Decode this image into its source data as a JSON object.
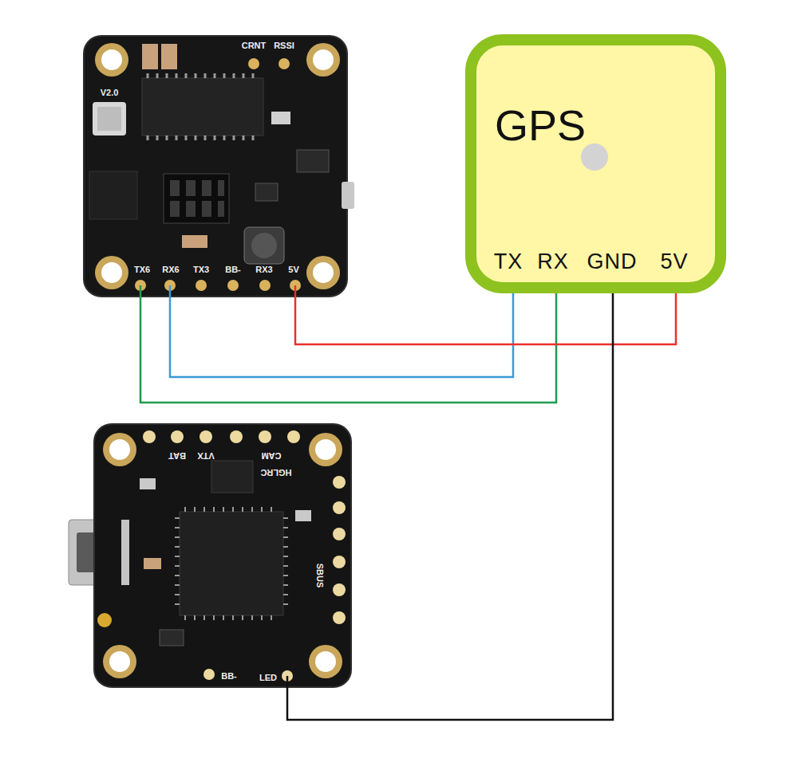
{
  "diagram": {
    "nodes": [
      {
        "text": [
          "CRNT",
          "RSSI",
          "V2.0",
          "TX6",
          "RX6",
          "TX3",
          "BB-",
          "RX3",
          "5V"
        ]
      },
      {
        "text": [
          "GPS"
        ]
      },
      {
        "text": [
          "BAT",
          "VTX",
          "CAM",
          "HGLRC",
          "SBUS",
          "BB-",
          "LED"
        ]
      }
    ],
    "edges": [
      {
        "from": 0,
        "to": 1,
        "arrow": "none"
      },
      {
        "from": 0,
        "to": 1,
        "arrow": "none"
      },
      {
        "from": 0,
        "to": 1,
        "arrow": "none"
      },
      {
        "from": 2,
        "to": 1,
        "arrow": "none"
      }
    ],
    "labels": [
      "TX",
      "RX",
      "GND",
      "5V"
    ]
  }
}
